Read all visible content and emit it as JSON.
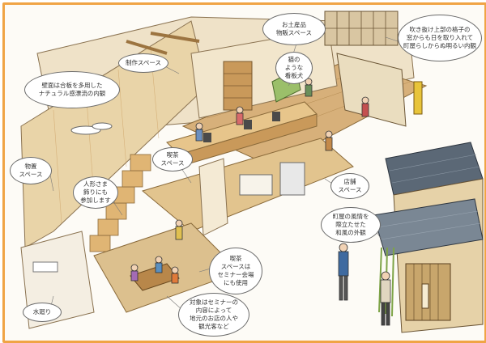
{
  "callouts": [
    {
      "id": "souvenir",
      "text": "お土産品\n物販スペース"
    },
    {
      "id": "fukinuke",
      "text": "吹き抜け上部の格子の\n窓からも日を取り入れて\n町屋らしからぬ明るい内観"
    },
    {
      "id": "seisaku",
      "text": "制作スペース"
    },
    {
      "id": "mado",
      "text": "猫の\nような\n看板犬"
    },
    {
      "id": "wall",
      "text": "壁面は合板を多用した\nナチュラル感漂流の内観"
    },
    {
      "id": "monooki",
      "text": "物置\nスペース"
    },
    {
      "id": "ningyou",
      "text": "人形さま\n飾りにも\n参加します"
    },
    {
      "id": "kissa_top",
      "text": "喫茶\nスペース"
    },
    {
      "id": "tenpo",
      "text": "店舗\nスペース"
    },
    {
      "id": "machiya",
      "text": "町屋の風情を\n際立たせた\n和風の外観"
    },
    {
      "id": "kissa_bottom",
      "text": "喫茶\nスペースは\nセミナー会場\nにも使用"
    },
    {
      "id": "taishou",
      "text": "対象はセミナーの\n内容によって\n地元のお店の人や\n観光客など"
    },
    {
      "id": "mizumawari",
      "text": "水廻り"
    }
  ],
  "colors": {
    "frame": "#f0a445",
    "wood": "#e7c58b",
    "wood_dark": "#c9995a",
    "floor": "#d7b07a",
    "wall": "#efe2c8",
    "roof": "#5b6876",
    "tile": "#7a8794"
  }
}
